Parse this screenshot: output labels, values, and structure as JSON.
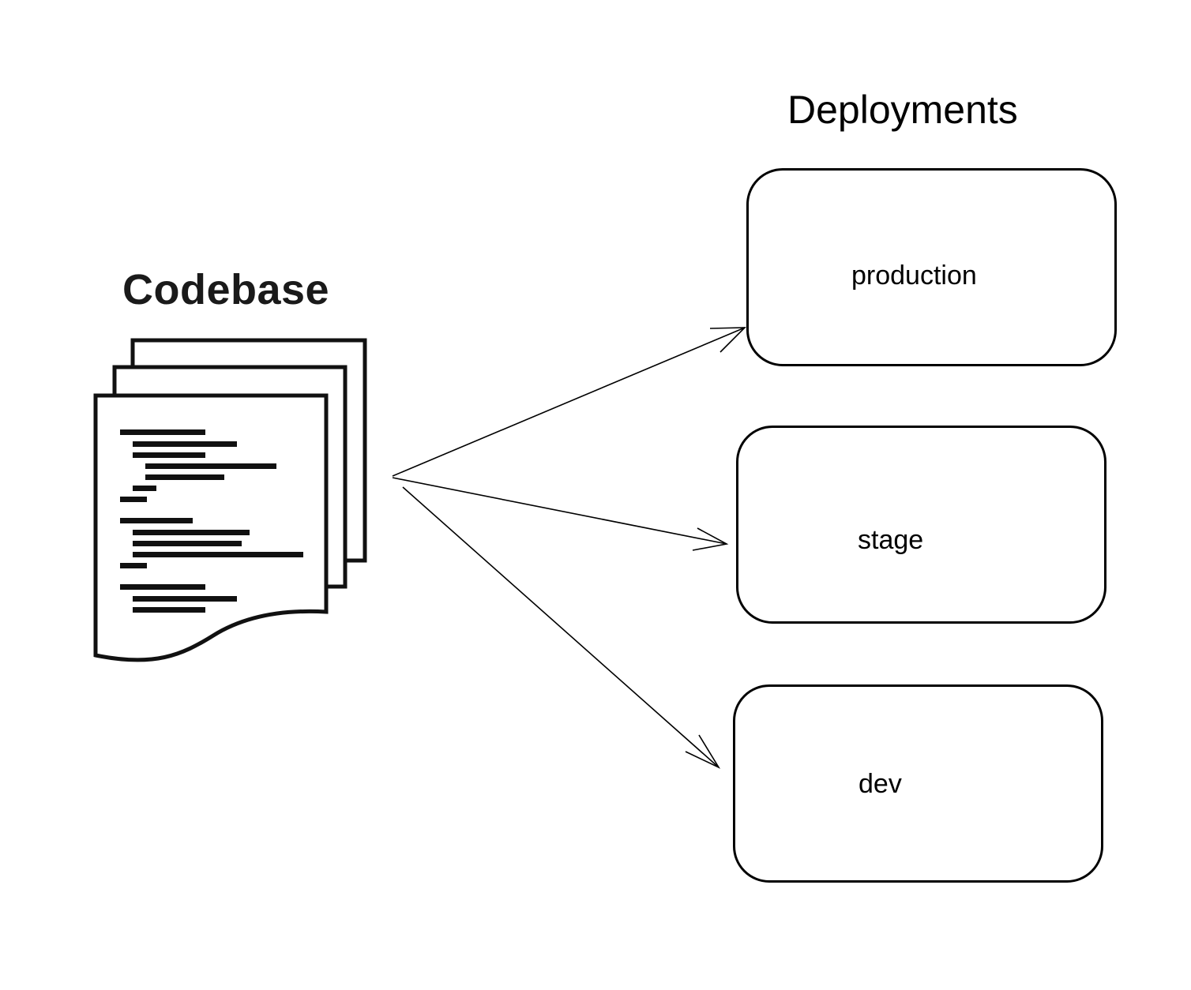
{
  "codebase": {
    "title": "Codebase",
    "icon": "document-stack-icon"
  },
  "deployments": {
    "title": "Deployments",
    "environments": [
      {
        "label": "production"
      },
      {
        "label": "stage"
      },
      {
        "label": "dev"
      }
    ]
  },
  "colors": {
    "stroke": "#000000",
    "background": "#ffffff"
  }
}
